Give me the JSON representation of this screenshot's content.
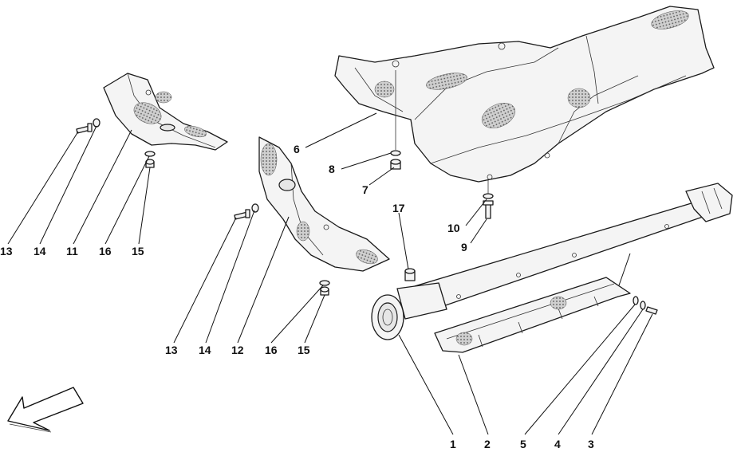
{
  "labels": [
    {
      "id": "1",
      "text": "1"
    },
    {
      "id": "2",
      "text": "2"
    },
    {
      "id": "3",
      "text": "3"
    },
    {
      "id": "4",
      "text": "4"
    },
    {
      "id": "5",
      "text": "5"
    },
    {
      "id": "6",
      "text": "6"
    },
    {
      "id": "7",
      "text": "7"
    },
    {
      "id": "8",
      "text": "8"
    },
    {
      "id": "9",
      "text": "9"
    },
    {
      "id": "10",
      "text": "10"
    },
    {
      "id": "11",
      "text": "11"
    },
    {
      "id": "12",
      "text": "12"
    },
    {
      "id": "13a",
      "text": "13"
    },
    {
      "id": "13b",
      "text": "13"
    },
    {
      "id": "14a",
      "text": "14"
    },
    {
      "id": "14b",
      "text": "14"
    },
    {
      "id": "15a",
      "text": "15"
    },
    {
      "id": "15b",
      "text": "15"
    },
    {
      "id": "16a",
      "text": "16"
    },
    {
      "id": "16b",
      "text": "16"
    },
    {
      "id": "17",
      "text": "17"
    }
  ],
  "direction_arrow": {
    "icon": "front-direction-arrow-icon"
  }
}
